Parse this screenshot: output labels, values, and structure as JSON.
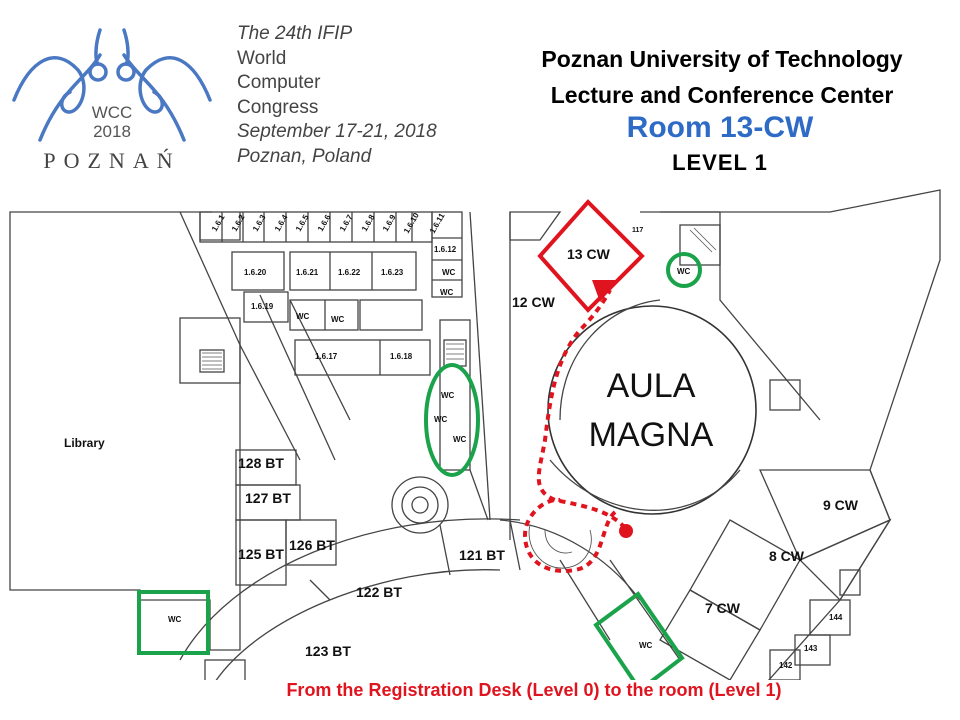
{
  "logo": {
    "abbr": "WCC",
    "year": "2018",
    "city": "POZNAŃ",
    "lines": [
      "The 24th IFIP",
      "World",
      "Computer",
      "Congress",
      "September 17-21, 2018",
      "Poznan, Poland"
    ]
  },
  "header": {
    "venue_line1": "Poznan University of Technology",
    "venue_line2": "Lecture and Conference Center",
    "room": "Room 13-CW",
    "level": "LEVEL 1"
  },
  "rooms": {
    "r1_6_1": "1.6.1",
    "r1_6_2": "1.6.2",
    "r1_6_3": "1.6.3",
    "r1_6_4": "1.6.4",
    "r1_6_5": "1.6.5",
    "r1_6_6": "1.6.6",
    "r1_6_7": "1.6.7",
    "r1_6_8": "1.6.8",
    "r1_6_9": "1.6.9",
    "r1_6_10": "1.6.10",
    "r1_6_11": "1.6.11",
    "r1_6_12": "1.6.12",
    "r1_6_20": "1.6.20",
    "r1_6_21": "1.6.21",
    "r1_6_22": "1.6.22",
    "r1_6_23": "1.6.23",
    "r1_6_19": "1.6.19",
    "r1_6_17": "1.6.17",
    "r1_6_18": "1.6.18",
    "library": "Library",
    "bt128": "128 BT",
    "bt127": "127 BT",
    "bt126": "126 BT",
    "bt125": "125 BT",
    "bt122": "122 BT",
    "bt123": "123 BT",
    "bt121": "121 BT",
    "cw13": "13 CW",
    "cw12": "12 CW",
    "cw9": "9 CW",
    "cw8": "8 CW",
    "cw7": "7 CW",
    "r117": "117",
    "r144": "144",
    "r143": "143",
    "r142": "142",
    "aula1": "AULA",
    "aula2": "MAGNA",
    "wc": "WC"
  },
  "colors": {
    "route": "#e0141e",
    "highlight_room": "#e0141e",
    "wc_circle": "#1aa34a",
    "title_blue": "#2e6bc6",
    "logo_blue": "#4a78c2"
  },
  "footer": "From the Registration Desk (Level 0) to the room (Level 1)"
}
